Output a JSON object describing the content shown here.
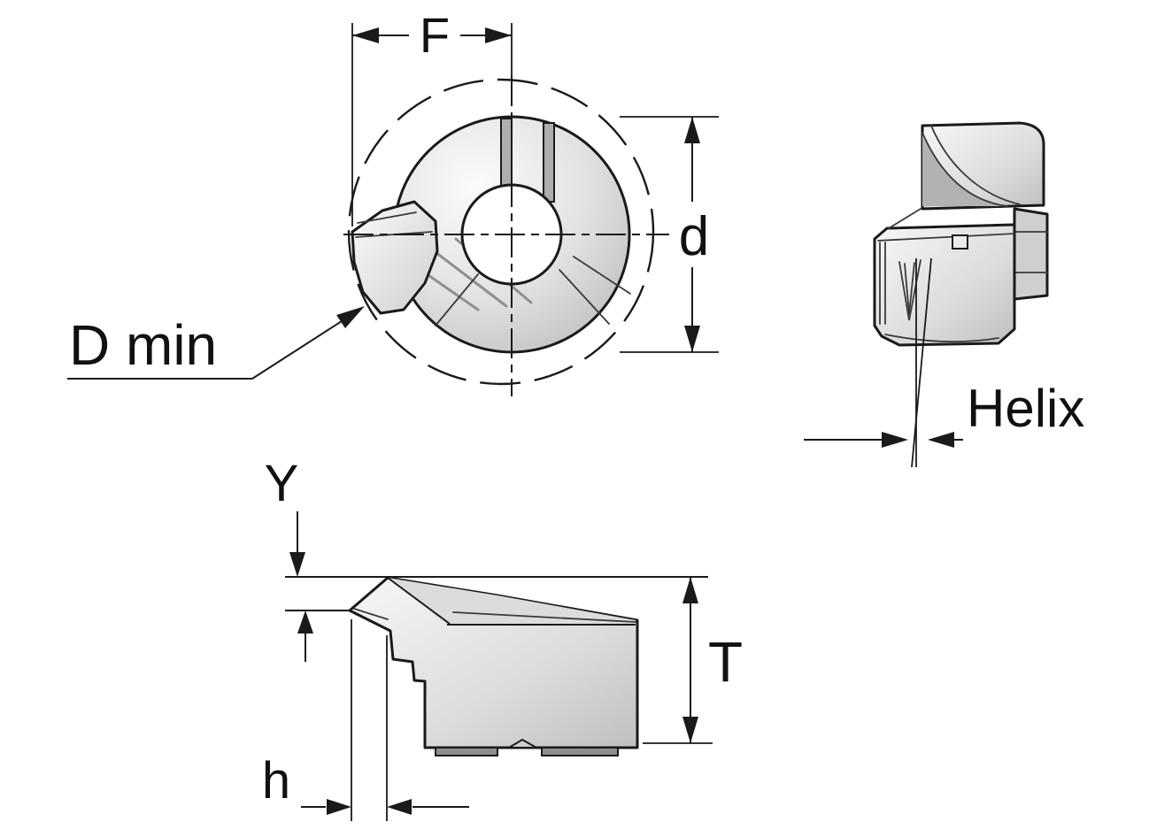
{
  "drawing": {
    "labels": {
      "f": "F",
      "d": "d",
      "d_min": "D min",
      "helix": "Helix",
      "y": "Y",
      "t": "T",
      "h": "h"
    },
    "colors": {
      "line": "#1a1a1a",
      "metal_light": "#f6f6f6",
      "metal_mid": "#d7d7d7",
      "metal_dark": "#9e9e9e",
      "background": "#ffffff"
    }
  }
}
